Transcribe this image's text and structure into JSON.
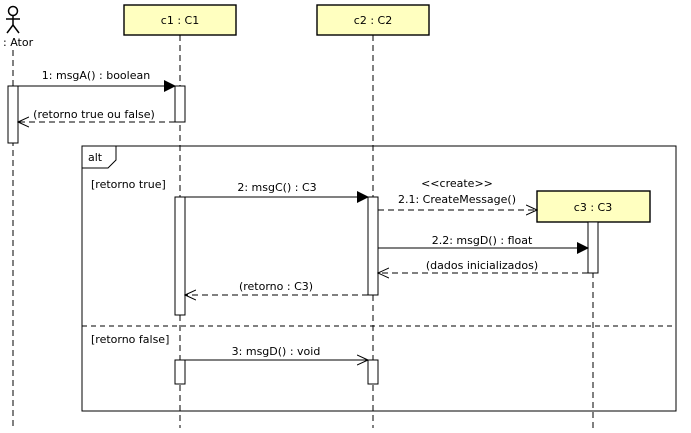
{
  "actor": {
    "label": ": Ator"
  },
  "objects": [
    {
      "id": "c1",
      "label": "c1 : C1"
    },
    {
      "id": "c2",
      "label": "c2 : C2"
    },
    {
      "id": "c3",
      "label": "c3 : C3"
    }
  ],
  "fragment": {
    "operator": "alt",
    "guards": [
      "[retorno true]",
      "[retorno false]"
    ]
  },
  "messages": [
    {
      "label": "1: msgA() : boolean"
    },
    {
      "label": "(retorno true ou false)"
    },
    {
      "label": "2: msgC() : C3"
    },
    {
      "label": "<<create>>"
    },
    {
      "label": "2.1: CreateMessage()"
    },
    {
      "label": "2.2: msgD() : float"
    },
    {
      "label": "(dados inicializados)"
    },
    {
      "label": "(retorno : C3)"
    },
    {
      "label": "3: msgD() : void"
    }
  ],
  "colors": {
    "object_fill": "#ffffc0",
    "stroke": "#000000",
    "background": "#ffffff"
  }
}
